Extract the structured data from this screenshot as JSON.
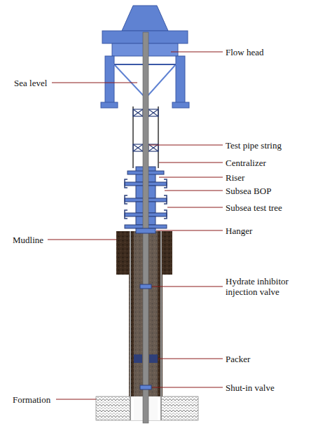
{
  "diagram": {
    "labels": [
      "Flow head",
      "Sea level",
      "Test pipe string",
      "Centralizer",
      "Riser",
      "Subsea BOP",
      "Subsea test tree",
      "Hanger",
      "Mudline",
      "Hydrate inhibitor injection valve",
      "Packer",
      "Shut-in valve",
      "Formation"
    ]
  }
}
